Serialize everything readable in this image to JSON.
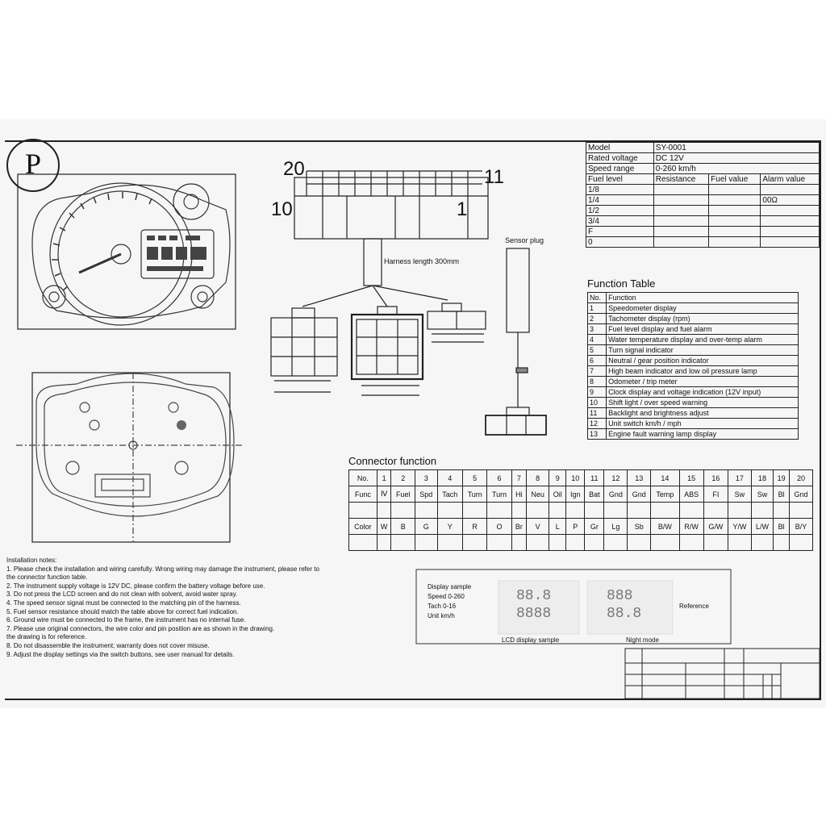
{
  "logo": {
    "letter": "P"
  },
  "connector_labels": {
    "pin_top_left": "20",
    "pin_top_right": "11",
    "pin_bottom_left": "10",
    "pin_bottom_right": "1"
  },
  "title_block": {
    "rows": [
      {
        "label": "Model",
        "value": "SY-0001"
      },
      {
        "label": "Rated voltage",
        "value": "DC 12V"
      },
      {
        "label": "Speed range",
        "value": "0-260 km/h"
      }
    ],
    "header": [
      "Fuel level",
      "Resistance",
      "Fuel value",
      "Alarm value"
    ],
    "sub_rows": [
      [
        "1/8",
        "",
        "",
        ""
      ],
      [
        "1/4",
        "",
        "",
        "00Ω"
      ],
      [
        "1/2",
        "",
        "",
        ""
      ],
      [
        "3/4",
        "",
        "",
        ""
      ],
      [
        "F",
        "",
        "",
        ""
      ],
      [
        "0",
        "",
        "",
        ""
      ]
    ]
  },
  "function_table": {
    "title": "Function Table",
    "header": [
      "No.",
      "Function"
    ],
    "rows": [
      [
        "1",
        "Speedometer display"
      ],
      [
        "2",
        "Tachometer display (rpm)"
      ],
      [
        "3",
        "Fuel level display and fuel alarm"
      ],
      [
        "4",
        "Water temperature display and over-temp alarm"
      ],
      [
        "5",
        "Turn signal indicator"
      ],
      [
        "6",
        "Neutral / gear position indicator"
      ],
      [
        "7",
        "High beam indicator and low oil pressure lamp"
      ],
      [
        "8",
        "Odometer / trip meter"
      ],
      [
        "9",
        "Clock display and voltage indication (12V input)"
      ],
      [
        "10",
        "Shift light / over speed warning"
      ],
      [
        "11",
        "Backlight and brightness adjust"
      ],
      [
        "12",
        "Unit switch km/h / mph"
      ],
      [
        "13",
        "Engine fault warning lamp display"
      ]
    ]
  },
  "connector_function": {
    "title": "Connector function",
    "pins_top": [
      "No.",
      "1",
      "2",
      "3",
      "4",
      "5",
      "6",
      "7",
      "8",
      "9",
      "10",
      "11",
      "12",
      "13",
      "14",
      "15",
      "16",
      "17",
      "18",
      "19",
      "20"
    ],
    "row1": [
      "Func",
      "Ⅳ",
      "Fuel",
      "Spd",
      "Tach",
      "Turn",
      "Turn",
      "Hi",
      "Neu",
      "Oil",
      "Ign",
      "Bat",
      "Gnd",
      "Gnd",
      "Temp",
      "ABS",
      "FI",
      "Sw",
      "Sw",
      "Bl",
      "Gnd"
    ],
    "row2": [
      "",
      "",
      "",
      "",
      "",
      "",
      "",
      "",
      "",
      "",
      "",
      "",
      "",
      "",
      "",
      "",
      "",
      "",
      "",
      "",
      ""
    ],
    "row3": [
      "Color",
      "W",
      "B",
      "G",
      "Y",
      "R",
      "O",
      "Br",
      "V",
      "L",
      "P",
      "Gr",
      "Lg",
      "Sb",
      "B/W",
      "R/W",
      "G/W",
      "Y/W",
      "L/W",
      "Bl",
      "B/Y"
    ],
    "row4": [
      "",
      "",
      "",
      "",
      "",
      "",
      "",
      "",
      "",
      "",
      "",
      "",
      "",
      "",
      "",
      "",
      "",
      "",
      "",
      "",
      ""
    ]
  },
  "wire_note": {
    "label": "Harness length 300mm",
    "plug": "Sensor plug"
  },
  "notes": {
    "title": "Installation notes:",
    "lines": [
      "1. Please check the installation and wiring carefully. Wrong wiring may damage the instrument, please refer to",
      "   the connector function table.",
      "2. The instrument supply voltage is 12V DC, please confirm the battery voltage before use.",
      "3. Do not press the LCD screen and do not clean with solvent, avoid water spray.",
      "4. The speed sensor signal must be connected to the matching pin of the harness.",
      "5. Fuel sensor resistance should match the table above for correct fuel indication.",
      "6. Ground wire must be connected to the frame, the instrument has no internal fuse.",
      "7. Please use original connectors, the wire color and pin position are as shown in the drawing.",
      "   the drawing is for reference.",
      "8. Do not disassemble the instrument; warranty does not cover misuse.",
      "9. Adjust the display settings via the switch buttons, see user manual for details."
    ]
  },
  "sample_box": {
    "left_lines": [
      "Display sample",
      "Speed 0-260",
      "Tach 0-16",
      "Unit km/h"
    ],
    "lcd_a": [
      "88.8",
      "8888"
    ],
    "lcd_b": [
      "888",
      "88.8"
    ],
    "right": "Reference",
    "caption_a": "LCD display sample",
    "caption_b": "Night mode"
  }
}
